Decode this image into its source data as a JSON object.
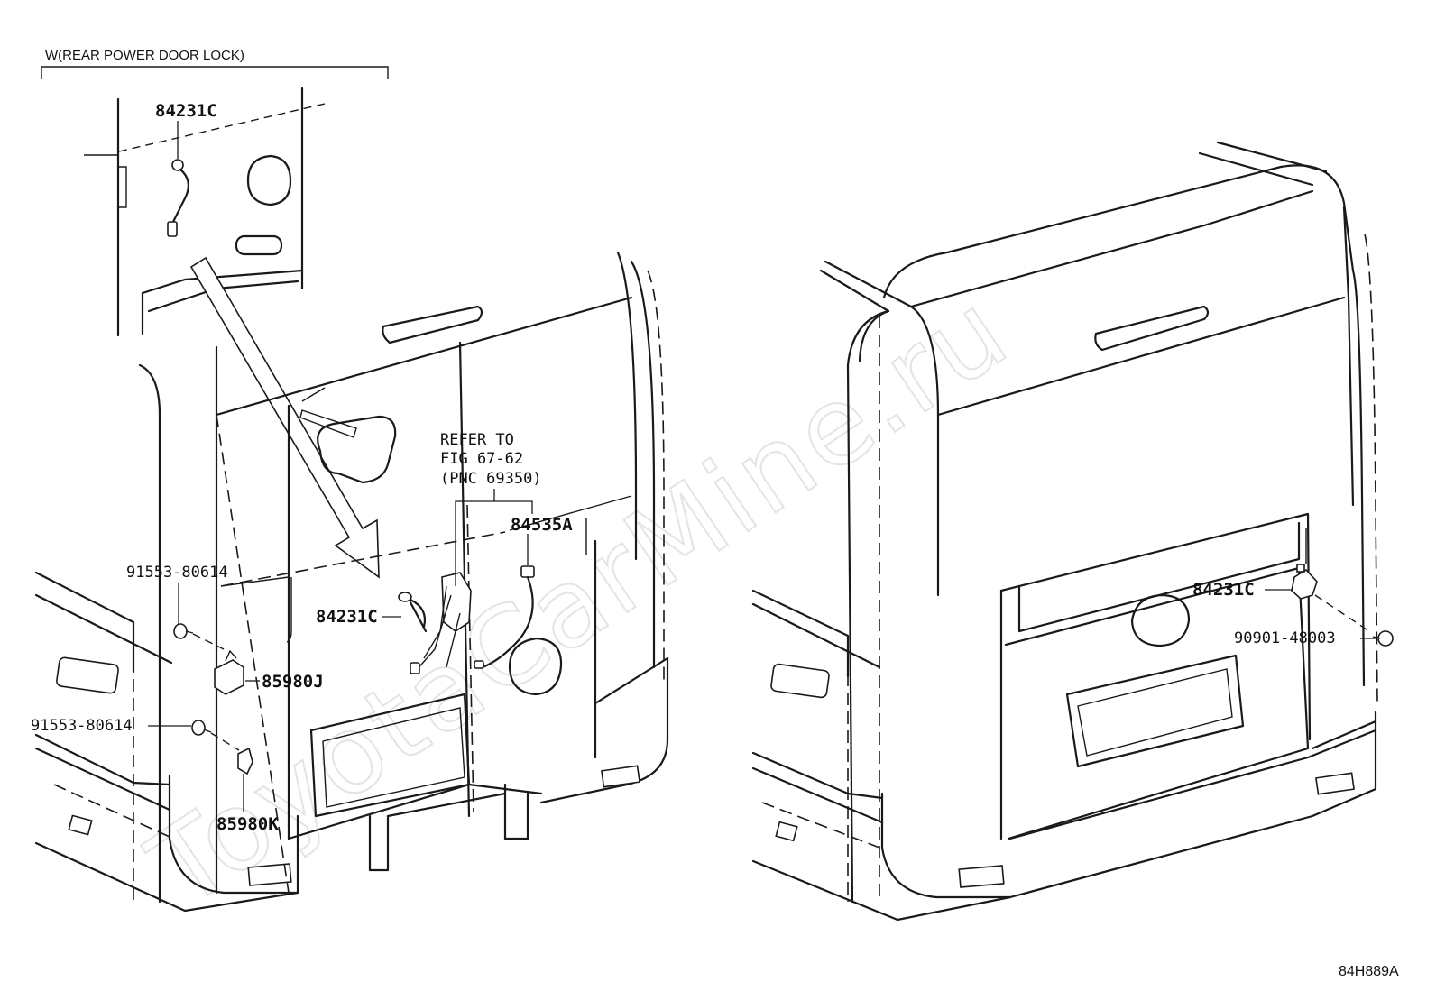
{
  "header": {
    "variant_label": "W(REAR POWER DOOR LOCK)"
  },
  "watermark": "ToyotaCarMine.ru",
  "figure_code": "84H889A",
  "note": {
    "line1": "REFER TO",
    "line2": "FIG 67-62",
    "line3": "(PNC 69350)"
  },
  "callouts": {
    "inset_84231c": "84231C",
    "c84535a": "84535A",
    "c84231c_mid": "84231C",
    "c91553_top": "91553-80614",
    "c85980j": "85980J",
    "c91553_bot": "91553-80614",
    "c85980k": "85980K",
    "c84231c_right": "84231C",
    "c90901": "90901-48003"
  }
}
